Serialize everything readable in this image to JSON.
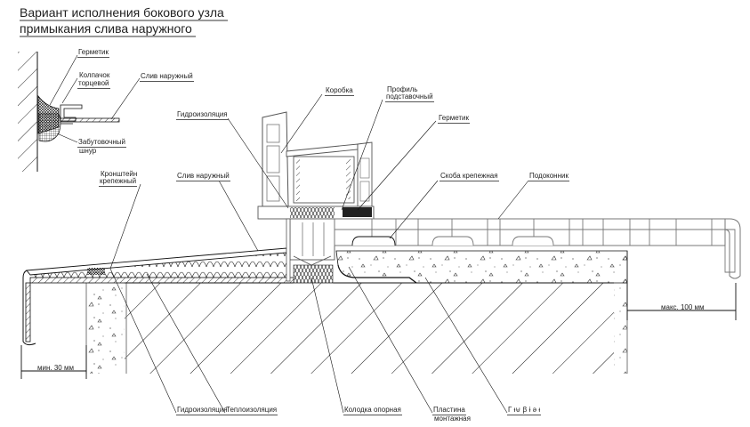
{
  "title": {
    "line1": "Вариант исполнения бокового узла",
    "line2": "примыкания слива наружного"
  },
  "inset_labels": {
    "sealant": "Герметик",
    "end_cap_line1": "Колпачок",
    "end_cap_line2": "торцевой",
    "outer_drip": "Слив наружный",
    "backer_rod_line1": "Забутовочный",
    "backer_rod_line2": "шнур"
  },
  "main_labels": {
    "frame": "Коробка",
    "support_profile_line1": "Профиль",
    "support_profile_line2": "подставочный",
    "waterproofing_top": "Гидроизоляция",
    "sealant": "Герметик",
    "bracket_line1": "Кронштейн",
    "bracket_line2": "крепежный",
    "outer_drip": "Слив наружный",
    "fixing_clip": "Скоба крепежная",
    "window_sill": "Подоконник"
  },
  "bottom_labels": {
    "waterproofing": "Гидроизоляция",
    "thermal_insulation": "Теплоизоляция",
    "support_block": "Колодка опорная",
    "mounting_plate_line1": "Пластина",
    "mounting_plate_line2": "монтажная",
    "illegible": "Г ᵻ⊌ ꞵ ɨ ǝ ᵻ"
  },
  "dimensions": {
    "min": "мин. 30 мм",
    "max": "макс. 100 мм"
  }
}
